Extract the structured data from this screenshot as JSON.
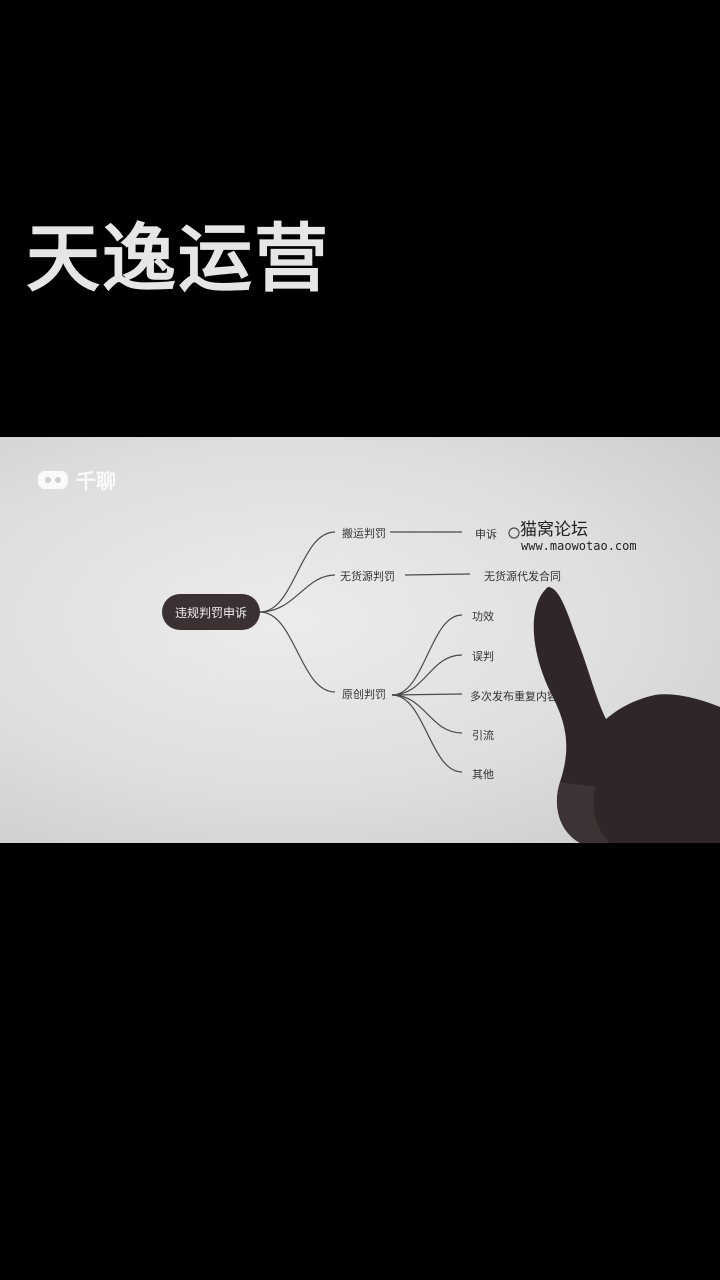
{
  "title": "天逸运营",
  "screen": {
    "logo_text": "千聊",
    "watermark": {
      "name": "猫窝论坛",
      "url": "www.maowotao.com"
    },
    "mindmap": {
      "root": "违规判罚申诉",
      "branches": [
        {
          "label": "搬运判罚",
          "child": "申诉"
        },
        {
          "label": "无货源判罚",
          "child": "无货源代发合同"
        },
        {
          "label": "原创判罚",
          "children": [
            "功效",
            "误判",
            "多次发布重复内容",
            "引流",
            "其他"
          ]
        }
      ]
    }
  }
}
